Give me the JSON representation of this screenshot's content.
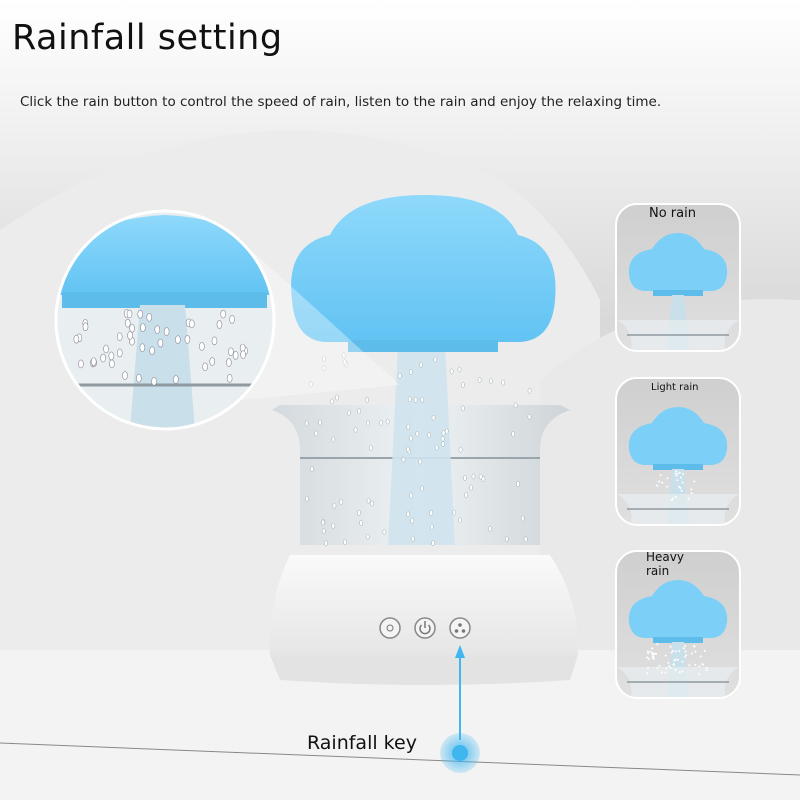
{
  "header": {
    "title": "Rainfall setting",
    "subtitle": "Click the rain button to control the speed of rain, listen to the rain and enjoy the relaxing time."
  },
  "modes": [
    {
      "label": "No rain",
      "rain_level": 0
    },
    {
      "label": "Light rain",
      "rain_level": 1
    },
    {
      "label": "Heavy rain",
      "rain_level": 2
    }
  ],
  "device": {
    "buttons": [
      "light-icon",
      "power-icon",
      "rain-drops-icon"
    ],
    "callout_label": "Rainfall key"
  },
  "colors": {
    "cloud": "#7cd0f7",
    "accent": "#3fb6f0"
  }
}
